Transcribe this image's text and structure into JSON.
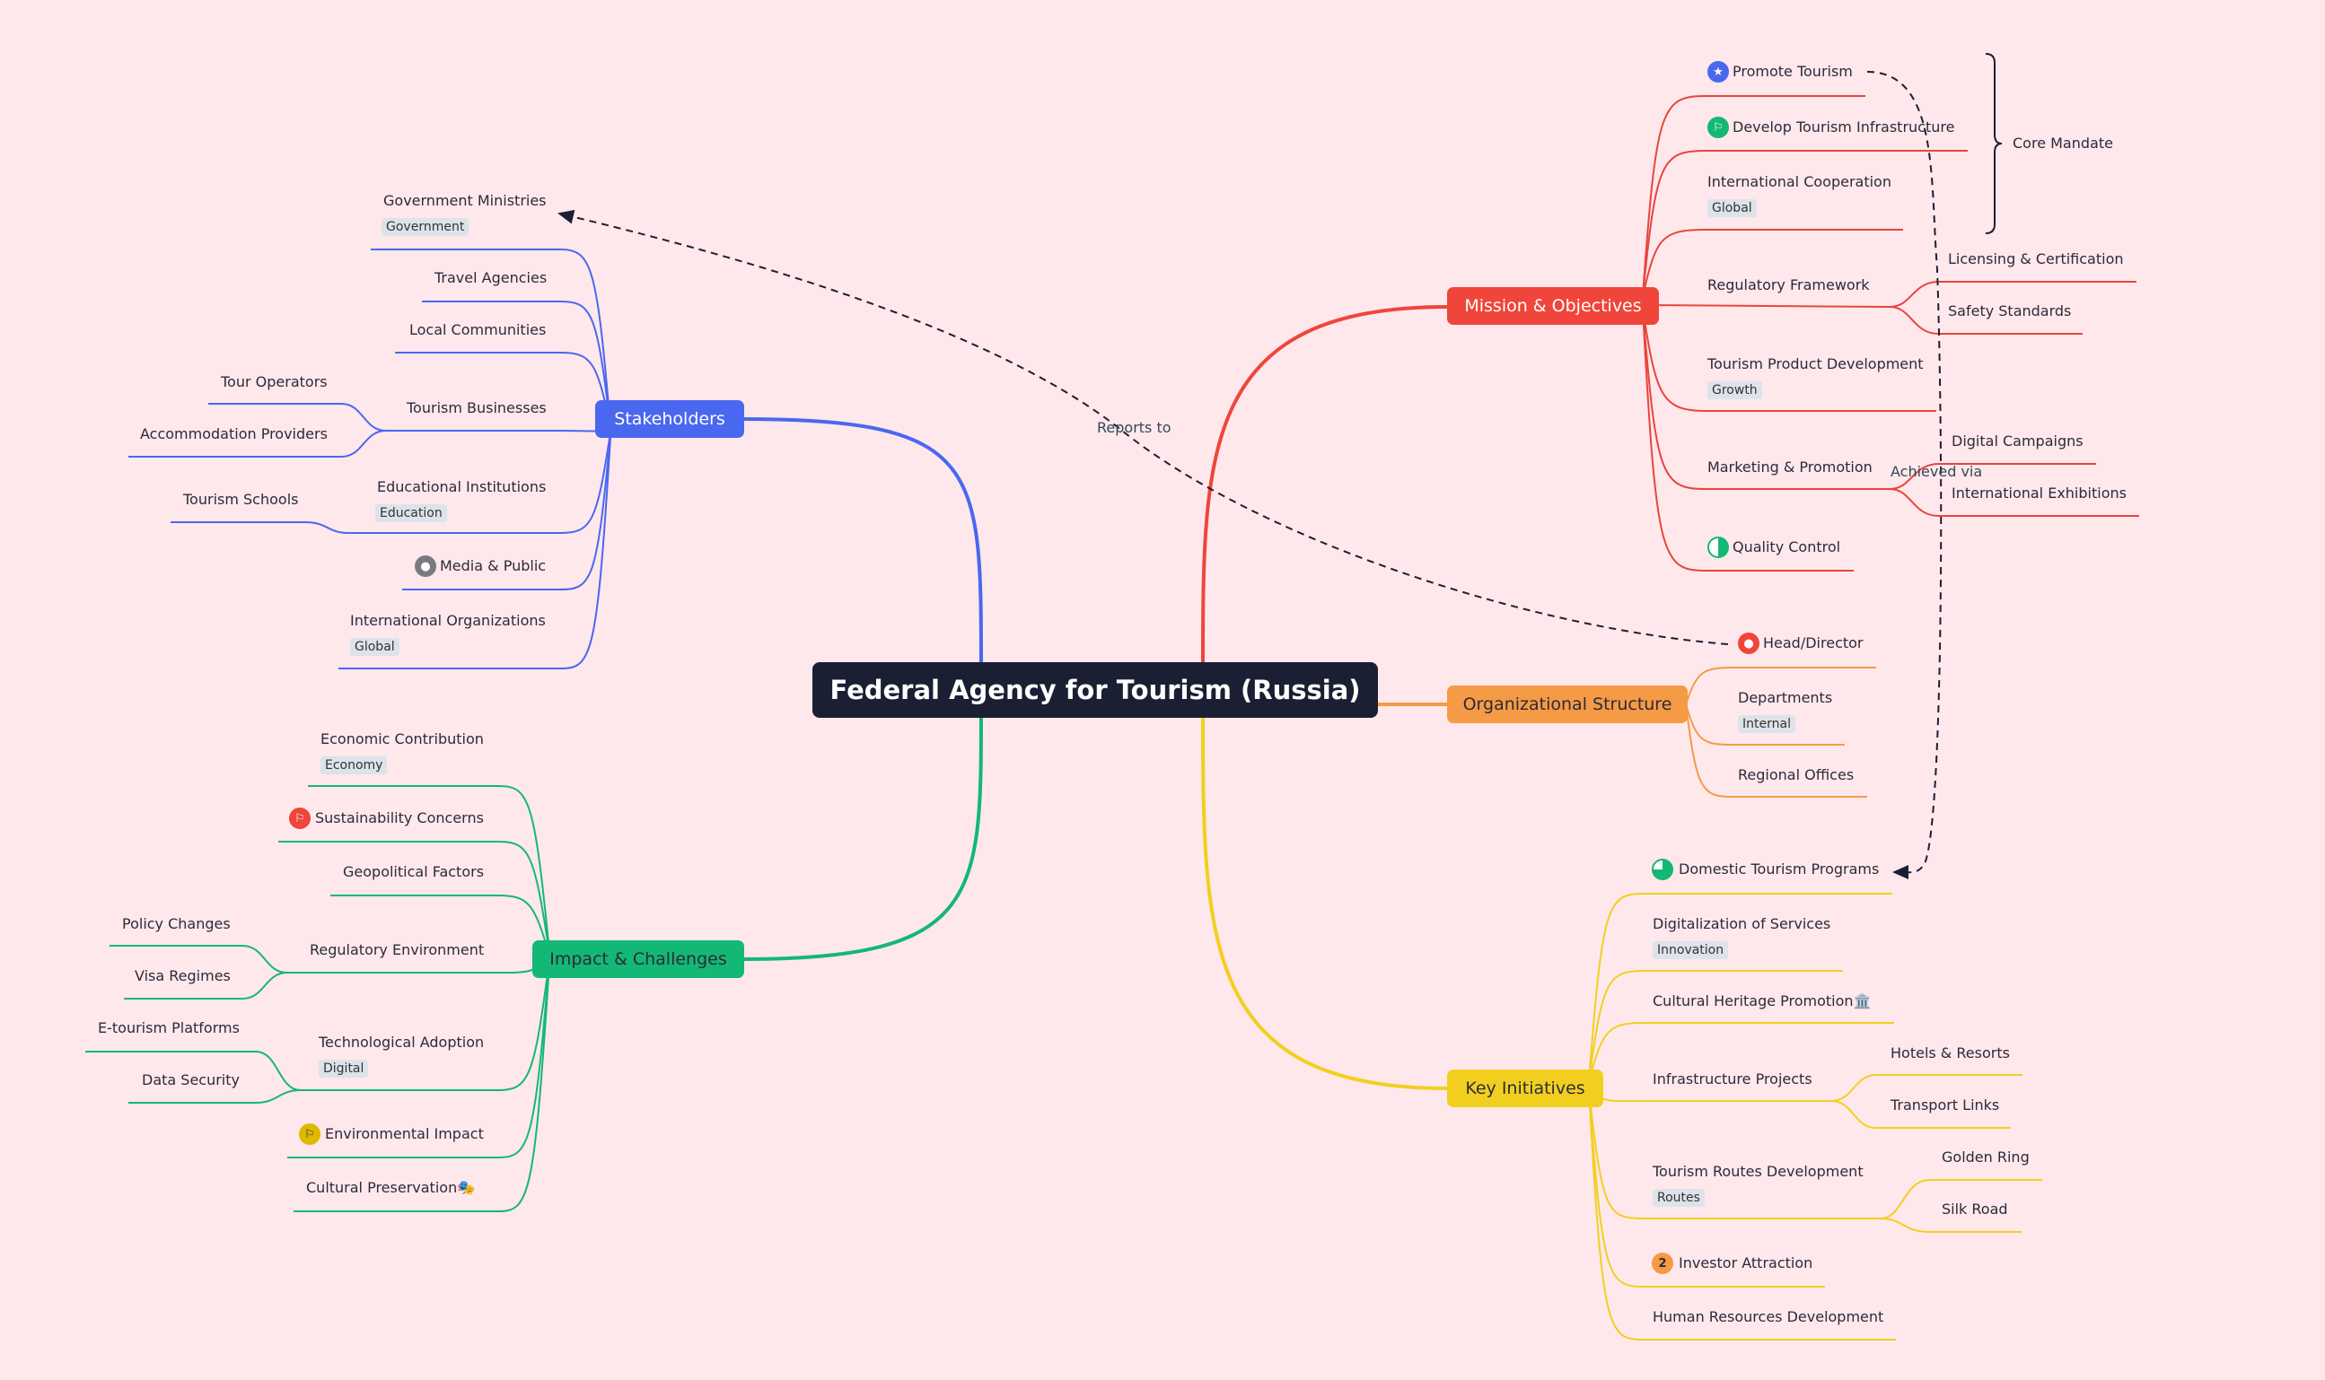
{
  "root": "Federal Agency for Tourism (Russia)",
  "branches": {
    "mission": "Mission & Objectives",
    "org": "Organizational Structure",
    "initiatives": "Key Initiatives",
    "stakeholders": "Stakeholders",
    "impact": "Impact & Challenges"
  },
  "mission": {
    "promote": "Promote Tourism",
    "infra": "Develop Tourism Infrastructure",
    "intl": "International Cooperation",
    "intl_tag": "Global",
    "reg": "Regulatory Framework",
    "reg_children": [
      "Licensing & Certification",
      "Safety Standards"
    ],
    "product": "Tourism Product Development",
    "product_tag": "Growth",
    "marketing": "Marketing & Promotion",
    "marketing_children": [
      "Digital Campaigns",
      "International Exhibitions"
    ],
    "quality": "Quality Control",
    "bracket": "Core Mandate"
  },
  "org": {
    "head": "Head/Director",
    "departments": "Departments",
    "departments_tag": "Internal",
    "regional": "Regional Offices"
  },
  "initiatives": {
    "domestic": "Domestic Tourism Programs",
    "digital": "Digitalization of Services",
    "digital_tag": "Innovation",
    "heritage": "Cultural Heritage Promotion🏛️",
    "infra": "Infrastructure Projects",
    "infra_children": [
      "Hotels & Resorts",
      "Transport Links"
    ],
    "routes": "Tourism Routes Development",
    "routes_tag": "Routes",
    "routes_children": [
      "Golden Ring",
      "Silk Road"
    ],
    "investor": "Investor Attraction",
    "investor_icon_text": "2",
    "hr": "Human Resources Development"
  },
  "stakeholders": {
    "gov": "Government Ministries",
    "gov_tag": "Government",
    "travel": "Travel Agencies",
    "local": "Local Communities",
    "business": "Tourism Businesses",
    "business_children": [
      "Tour Operators",
      "Accommodation Providers"
    ],
    "edu": "Educational Institutions",
    "edu_tag": "Education",
    "edu_children": [
      "Tourism Schools"
    ],
    "media": "Media & Public",
    "intlorg": "International Organizations",
    "intlorg_tag": "Global"
  },
  "impact": {
    "economic": "Economic Contribution",
    "economic_tag": "Economy",
    "sustain": "Sustainability Concerns",
    "geo": "Geopolitical Factors",
    "regenv": "Regulatory Environment",
    "regenv_children": [
      "Policy Changes",
      "Visa Regimes"
    ],
    "tech": "Technological Adoption",
    "tech_tag": "Digital",
    "tech_children": [
      "E-tourism Platforms",
      "Data Security"
    ],
    "env": "Environmental Impact",
    "cultural": "Cultural Preservation🎭"
  },
  "relations": {
    "reports_to": "Reports to",
    "achieved_via": "Achieved via"
  },
  "colors": {
    "background": "#ffe8ec",
    "root": "#1b1f33",
    "mission": "#f0453a",
    "org": "#f59a45",
    "initiatives": "#f2cf1f",
    "stakeholders": "#4a67f0",
    "impact": "#13b874"
  },
  "icons": {
    "promote": "star-icon",
    "infra": "flag-icon",
    "quality": "half-progress-icon",
    "head": "person-icon",
    "domestic": "quarter-progress-icon",
    "investor": "priority-2-icon",
    "media": "person-icon",
    "sustain": "flag-icon",
    "env": "flag-icon"
  }
}
